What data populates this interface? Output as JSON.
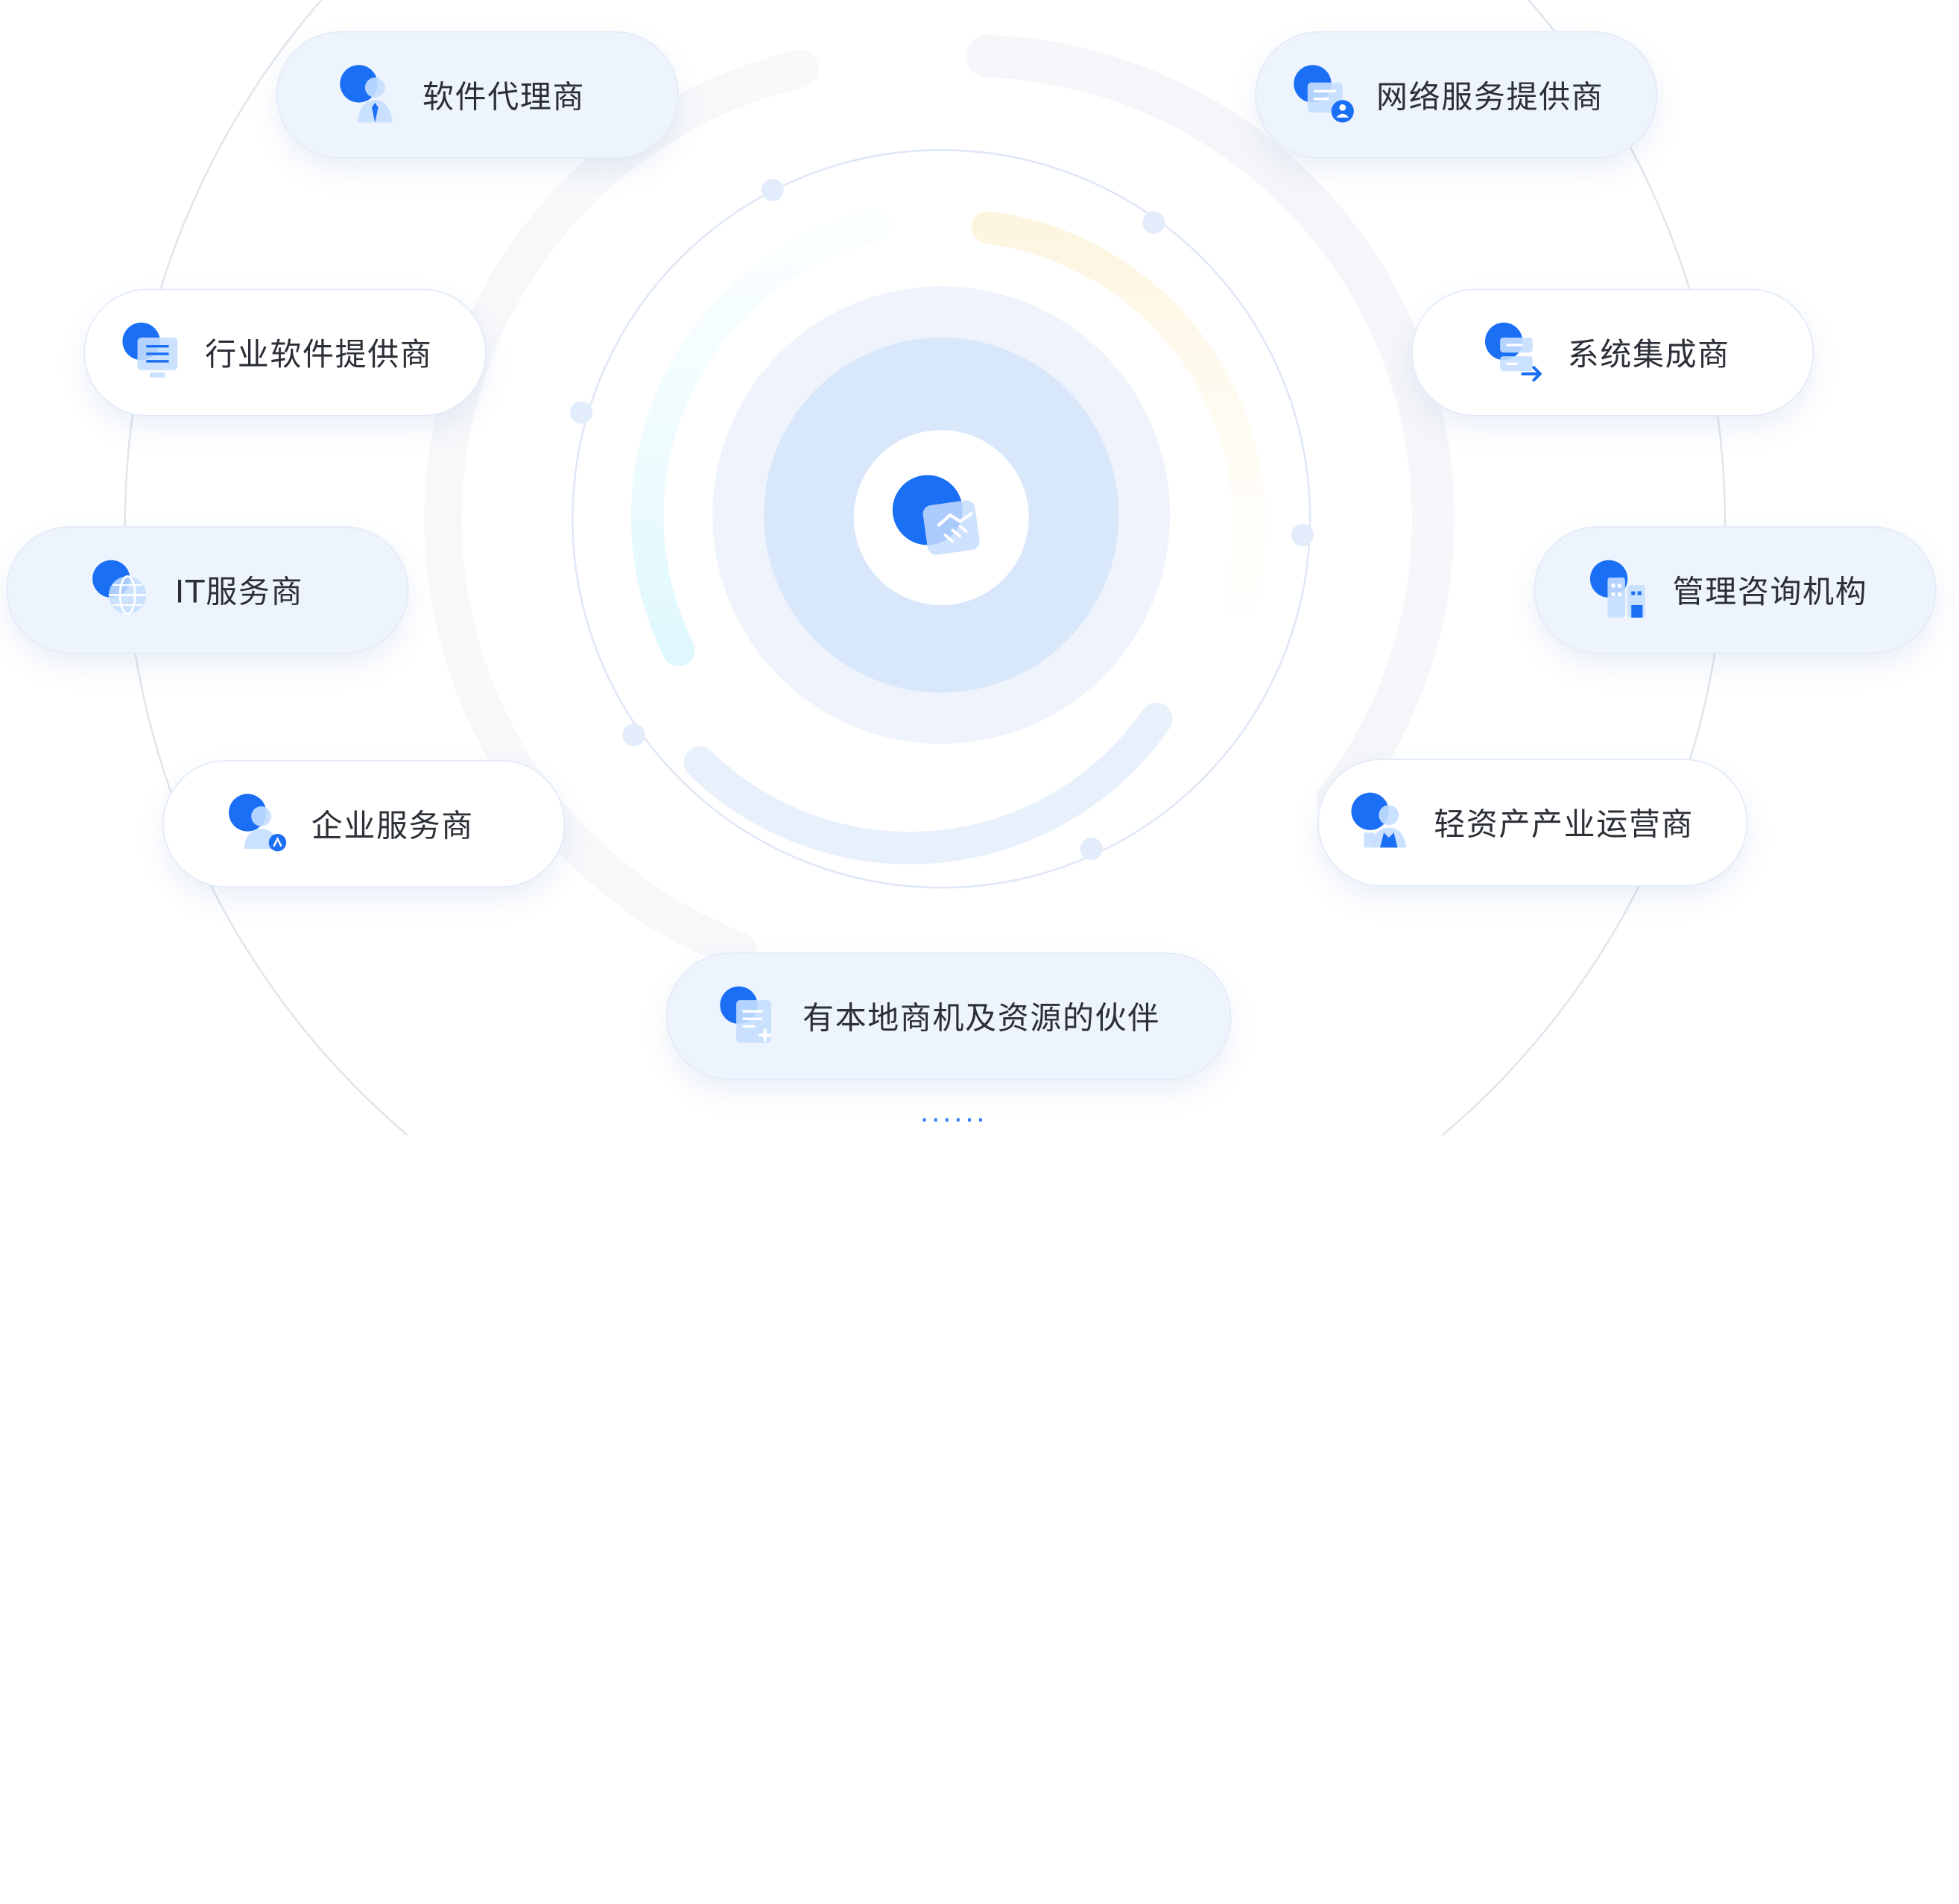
{
  "center": {
    "icon": "handshake-icon"
  },
  "partners": [
    {
      "id": "software-agent",
      "label": "软件代理商",
      "icon": "agent-person-icon"
    },
    {
      "id": "industry-software",
      "label": "行业软件提供商",
      "icon": "software-list-icon"
    },
    {
      "id": "it-service",
      "label": "IT服务商",
      "icon": "globe-icon"
    },
    {
      "id": "enterprise-service",
      "label": "企业服务商",
      "icon": "user-service-icon"
    },
    {
      "id": "local-resource",
      "label": "有本地商机及资源的伙伴",
      "icon": "document-add-icon"
    },
    {
      "id": "network-service",
      "label": "网络服务提供商",
      "icon": "network-user-icon"
    },
    {
      "id": "system-integrator",
      "label": "系统集成商",
      "icon": "server-arrow-icon"
    },
    {
      "id": "management-consulting",
      "label": "管理咨询机构",
      "icon": "building-icon"
    },
    {
      "id": "light-asset-operator",
      "label": "轻资产产业运营商",
      "icon": "operator-person-icon"
    }
  ],
  "more": "......",
  "colors": {
    "accent": "#1a6ff5",
    "pill_blue": "#eef4fd",
    "ring_light": "#eef3fc",
    "ring_core": "#d8e6fb",
    "text": "#2b2f36"
  }
}
